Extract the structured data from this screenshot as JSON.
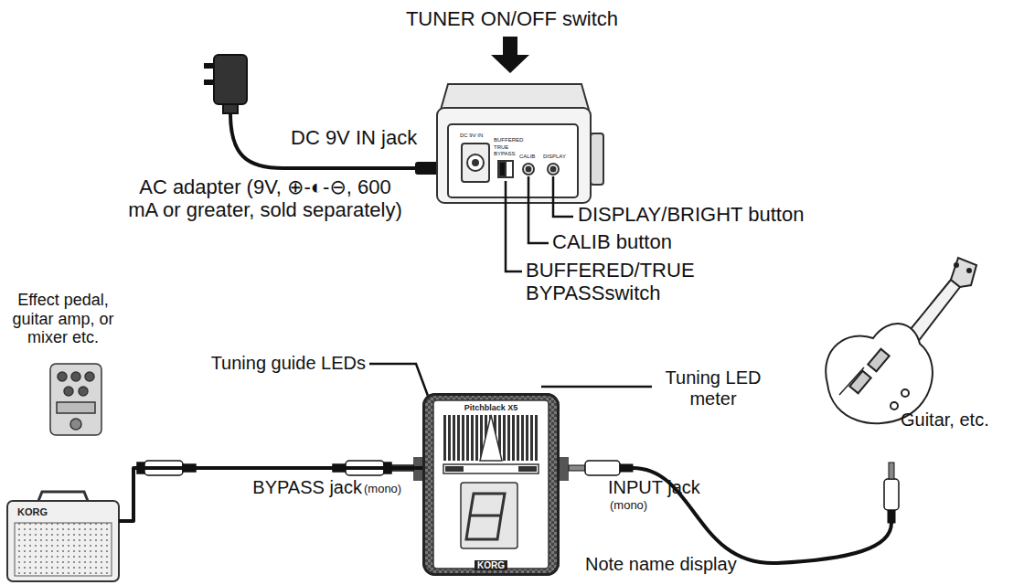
{
  "diagram": {
    "nodes": [
      {
        "text": [
          "KORG"
        ]
      },
      {
        "text": [
          "Pitchblack X5",
          "KORG"
        ]
      }
    ],
    "edges": [
      {
        "from": 1,
        "to": 0,
        "arrow": "none"
      }
    ],
    "labels": [
      "TUNER ON/OFF switch",
      "DC 9V IN jack",
      "AC adapter (9V, ⊕-◐-⊖, 600 mA or greater, sold separately)",
      "DISPLAY/BRIGHT button",
      "CALIB button",
      "BUFFERED/TRUE BYPASSswitch",
      "Effect pedal, guitar amp, or mixer etc.",
      "Tuning guide LEDs",
      "Tuning LED meter",
      "Guitar, etc.",
      "BYPASS jack",
      "(mono)",
      "INPUT jack",
      "(mono)",
      "Note name display",
      "DC 9V IN",
      "BUFFERED",
      "TRUE BYPASS",
      "CALIB",
      "DISPLAY"
    ]
  }
}
